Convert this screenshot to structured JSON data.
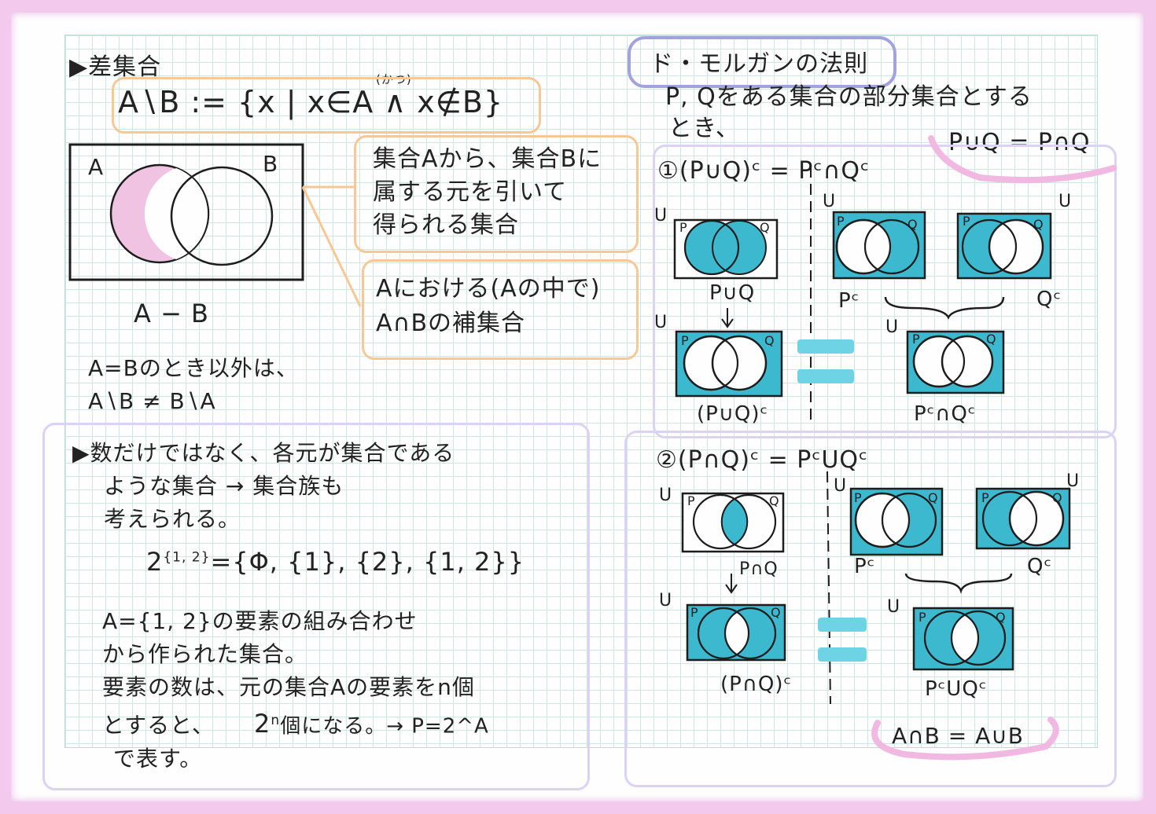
{
  "difference": {
    "heading": "差集合",
    "and_reading": "(かつ)",
    "definition": "A∖B := {x | x∈A ∧ x∉B}",
    "venn_a": "A",
    "venn_b": "B",
    "caption": "A − B",
    "explanation1": [
      "集合Aから、集合Bに",
      "属する元を引いて",
      "得られる集合"
    ],
    "explanation2": [
      "Aにおける(Aの中で)",
      "A∩Bの補集合"
    ],
    "note": [
      "A=Bのとき以外は、",
      "A∖B ≠ B∖A"
    ]
  },
  "family": {
    "lines": [
      "数だけではなく、各元が集合である",
      "ような集合 → 集合族も",
      "考えられる。",
      "A={1, 2}の要素の組み合わせ",
      "から作られた集合。",
      "要素の数は、元の集合Aの要素をn個",
      "とすると、",
      "で表す。"
    ],
    "power_base": "2",
    "power_exp": "{1, 2}",
    "power_rhs": "={Φ, {1}, {2}, {1, 2}}",
    "count_base": "2",
    "count_exp": "n",
    "count_rhs": "個になる。→ P=2^A"
  },
  "demorgan": {
    "title": "ド・モルガンの法則",
    "intro": [
      "P, Qをある集合の部分集合とする",
      "とき、"
    ],
    "overline1": "P∪Q = P∩Q",
    "law1": "①(P∪Q)ᶜ = Pᶜ∩Qᶜ",
    "law2": "②(P∩Q)ᶜ = PᶜUQᶜ",
    "labels": {
      "u": "U",
      "p": "P",
      "q": "Q"
    },
    "law1_labels": {
      "union": "P∪Q",
      "pc": "Pᶜ",
      "qc": "Qᶜ",
      "union_c": "(P∪Q)ᶜ",
      "pc_and_qc": "Pᶜ∩Qᶜ"
    },
    "law2_labels": {
      "intersect": "P∩Q",
      "pc": "Pᶜ",
      "qc": "Qᶜ",
      "intersect_c": "(P∩Q)ᶜ",
      "pc_or_qc": "PᶜUQᶜ"
    },
    "overline2": "A∩B = A∪B"
  },
  "colors": {
    "paper": "#fdfefd",
    "grid": "#cfe6e3",
    "frame": "#f3c9ee",
    "cyan_fill": "#3cb9cf",
    "pink_fill": "#f1c3e3",
    "orange_box": "#f7c895",
    "lavender_box": "#dcd2f3",
    "purple_box": "#a2a2dc"
  }
}
